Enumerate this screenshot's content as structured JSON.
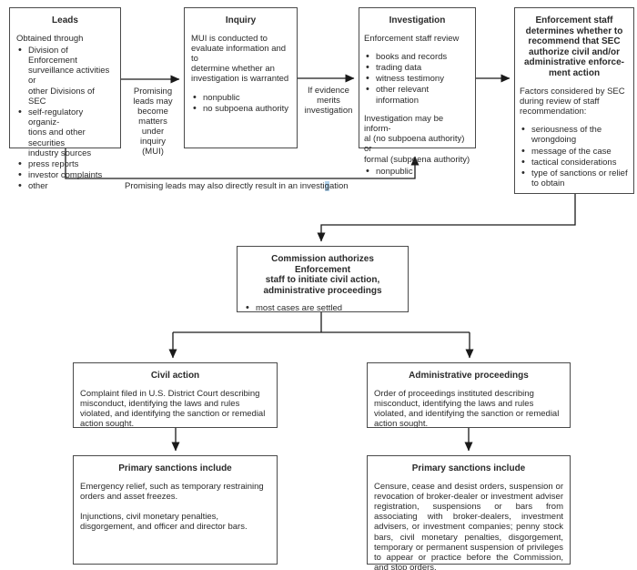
{
  "colors": {
    "background": "#ffffff",
    "box_border": "#4a4a4a",
    "arrow": "#1a1a1a",
    "text": "#2a2a2a",
    "highlight": "#b3d3ec"
  },
  "boxes": {
    "leads": {
      "title": "Leads",
      "intro": "Obtained through",
      "bullets": [
        "Division of Enforcement\nsurveillance activities or\nother Divisions of SEC",
        "self-regulatory organiz-\ntions and other securities\nindustry sources",
        "press reports",
        "investor complaints",
        "other"
      ]
    },
    "inquiry": {
      "title": "Inquiry",
      "intro": "MUI is conducted to\nevaluate information and to\ndetermine whether an\ninvestigation is warranted",
      "bullets": [
        "nonpublic",
        "no subpoena authority"
      ]
    },
    "investigation": {
      "title": "Investigation",
      "intro": "Enforcement staff review",
      "bullets": [
        "books and records",
        "trading data",
        "witness testimony",
        "other relevant information"
      ],
      "note": "Investigation may be inform-\nal (no subpoena authority) or\nformal (subpoena authority)",
      "note_bullets": [
        "nonpublic"
      ]
    },
    "enforcement": {
      "title": "Enforcement staff\ndetermines whether to\nrecommend that SEC\nauthorize civil and/or\nadministrative enforce-\nment action",
      "intro": "Factors considered by SEC\nduring review of staff\nrecommendation:",
      "bullets": [
        "seriousness of the\nwrongdoing",
        "message of the case",
        "tactical considerations",
        "type of sanctions or relief\nto obtain"
      ]
    },
    "commission": {
      "title": "Commission authorizes Enforcement\nstaff to initiate civil action,\nadministrative proceedings",
      "bullets": [
        "most cases are settled"
      ]
    },
    "civil": {
      "title": "Civil action",
      "body": "Complaint filed in U.S. District Court describing\nmisconduct, identifying the laws and rules\nviolated, and identifying the sanction or remedial\naction sought."
    },
    "admin": {
      "title": "Administrative proceedings",
      "body": "Order of proceedings instituted describing\nmisconduct, identifying the laws and rules\nviolated, and identifying the sanction or remedial\naction sought."
    },
    "civil_sanctions": {
      "title": "Primary sanctions include",
      "para1": "Emergency relief, such as temporary restraining\norders and asset freezes.",
      "para2": "Injunctions, civil monetary penalties,\ndisgorgement, and officer and director bars."
    },
    "admin_sanctions": {
      "title": "Primary sanctions include",
      "body": "Censure, cease and desist orders, suspension or revocation of broker-dealer or investment adviser registration, suspensions or bars from associating with broker-dealers, investment advisers, or investment companies; penny stock bars, civil monetary penalties, disgorgement, temporary or permanent suspension of privileges to appear or practice before the Commission, and stop orders."
    }
  },
  "edge_labels": {
    "mui": "Promising\nleads may\nbecome\nmatters\nunder\ninquiry\n(MUI)",
    "evidence": "If evidence\nmerits\ninvestigation",
    "direct_pre": "Promising leads may also directly result in an investi",
    "direct_highlight": "g",
    "direct_post": "ation"
  }
}
